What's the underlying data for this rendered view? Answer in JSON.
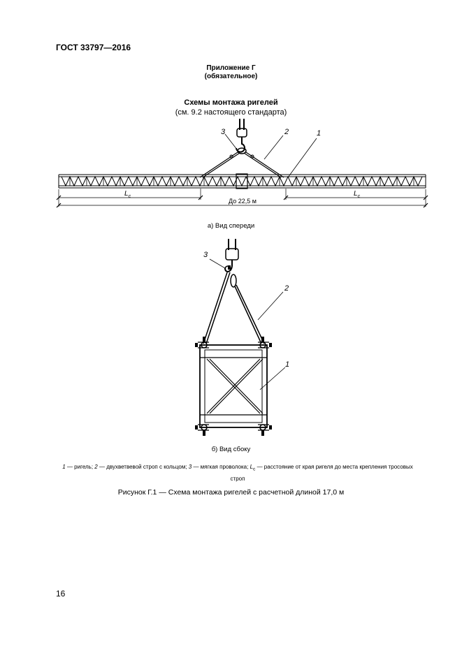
{
  "header": {
    "standard": "ГОСТ 33797—2016"
  },
  "appendix": {
    "title": "Приложение Г",
    "subtitle": "(обязательное)"
  },
  "scheme": {
    "title": "Схемы монтажа ригелей",
    "reference": "(см. 9.2 настоящего стандарта)"
  },
  "front_view": {
    "callouts": [
      "3",
      "2",
      "1"
    ],
    "dim_lc_symbol": "L",
    "dim_lc_sub": "c",
    "dim_total": "До 22,5 м",
    "caption": "а) Вид спереди"
  },
  "side_view": {
    "callouts": [
      "3",
      "2",
      "1"
    ],
    "caption": "б) Вид сбоку"
  },
  "legend": {
    "n1": "1",
    "t1": " — ригель; ",
    "n2": "2",
    "t2": " — двухветвевой строп с кольцом; ",
    "n3": "3",
    "t3": " — мягкая проволока; ",
    "lc": "L",
    "lc_sub": "c",
    "t4": " — расстояние от края ригеля до места крепления тросовых строп"
  },
  "figure_caption": "Рисунок Г.1 — Схема монтажа ригелей с расчетной длиной 17,0 м",
  "page_number": "16"
}
